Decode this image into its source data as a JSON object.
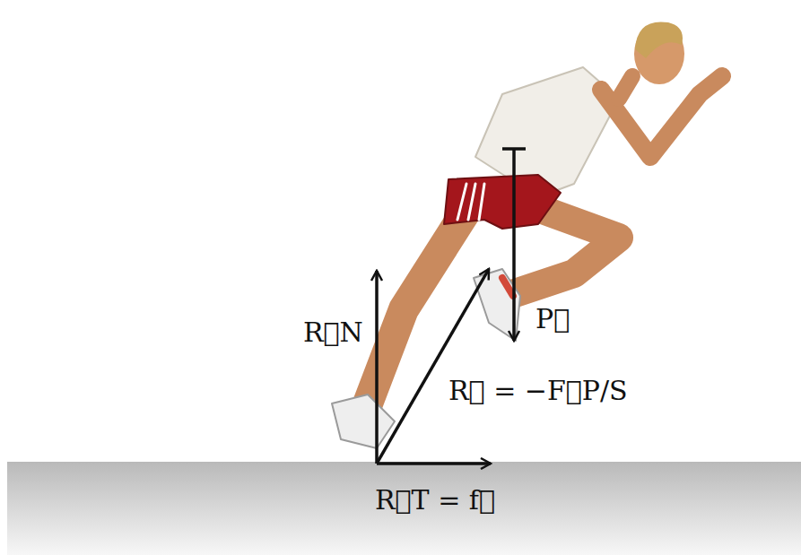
{
  "diagram": {
    "labels": [
      "R⃗N",
      "P⃗",
      "R⃗ = −F⃗P/S",
      "R⃗T = f⃗"
    ]
  }
}
